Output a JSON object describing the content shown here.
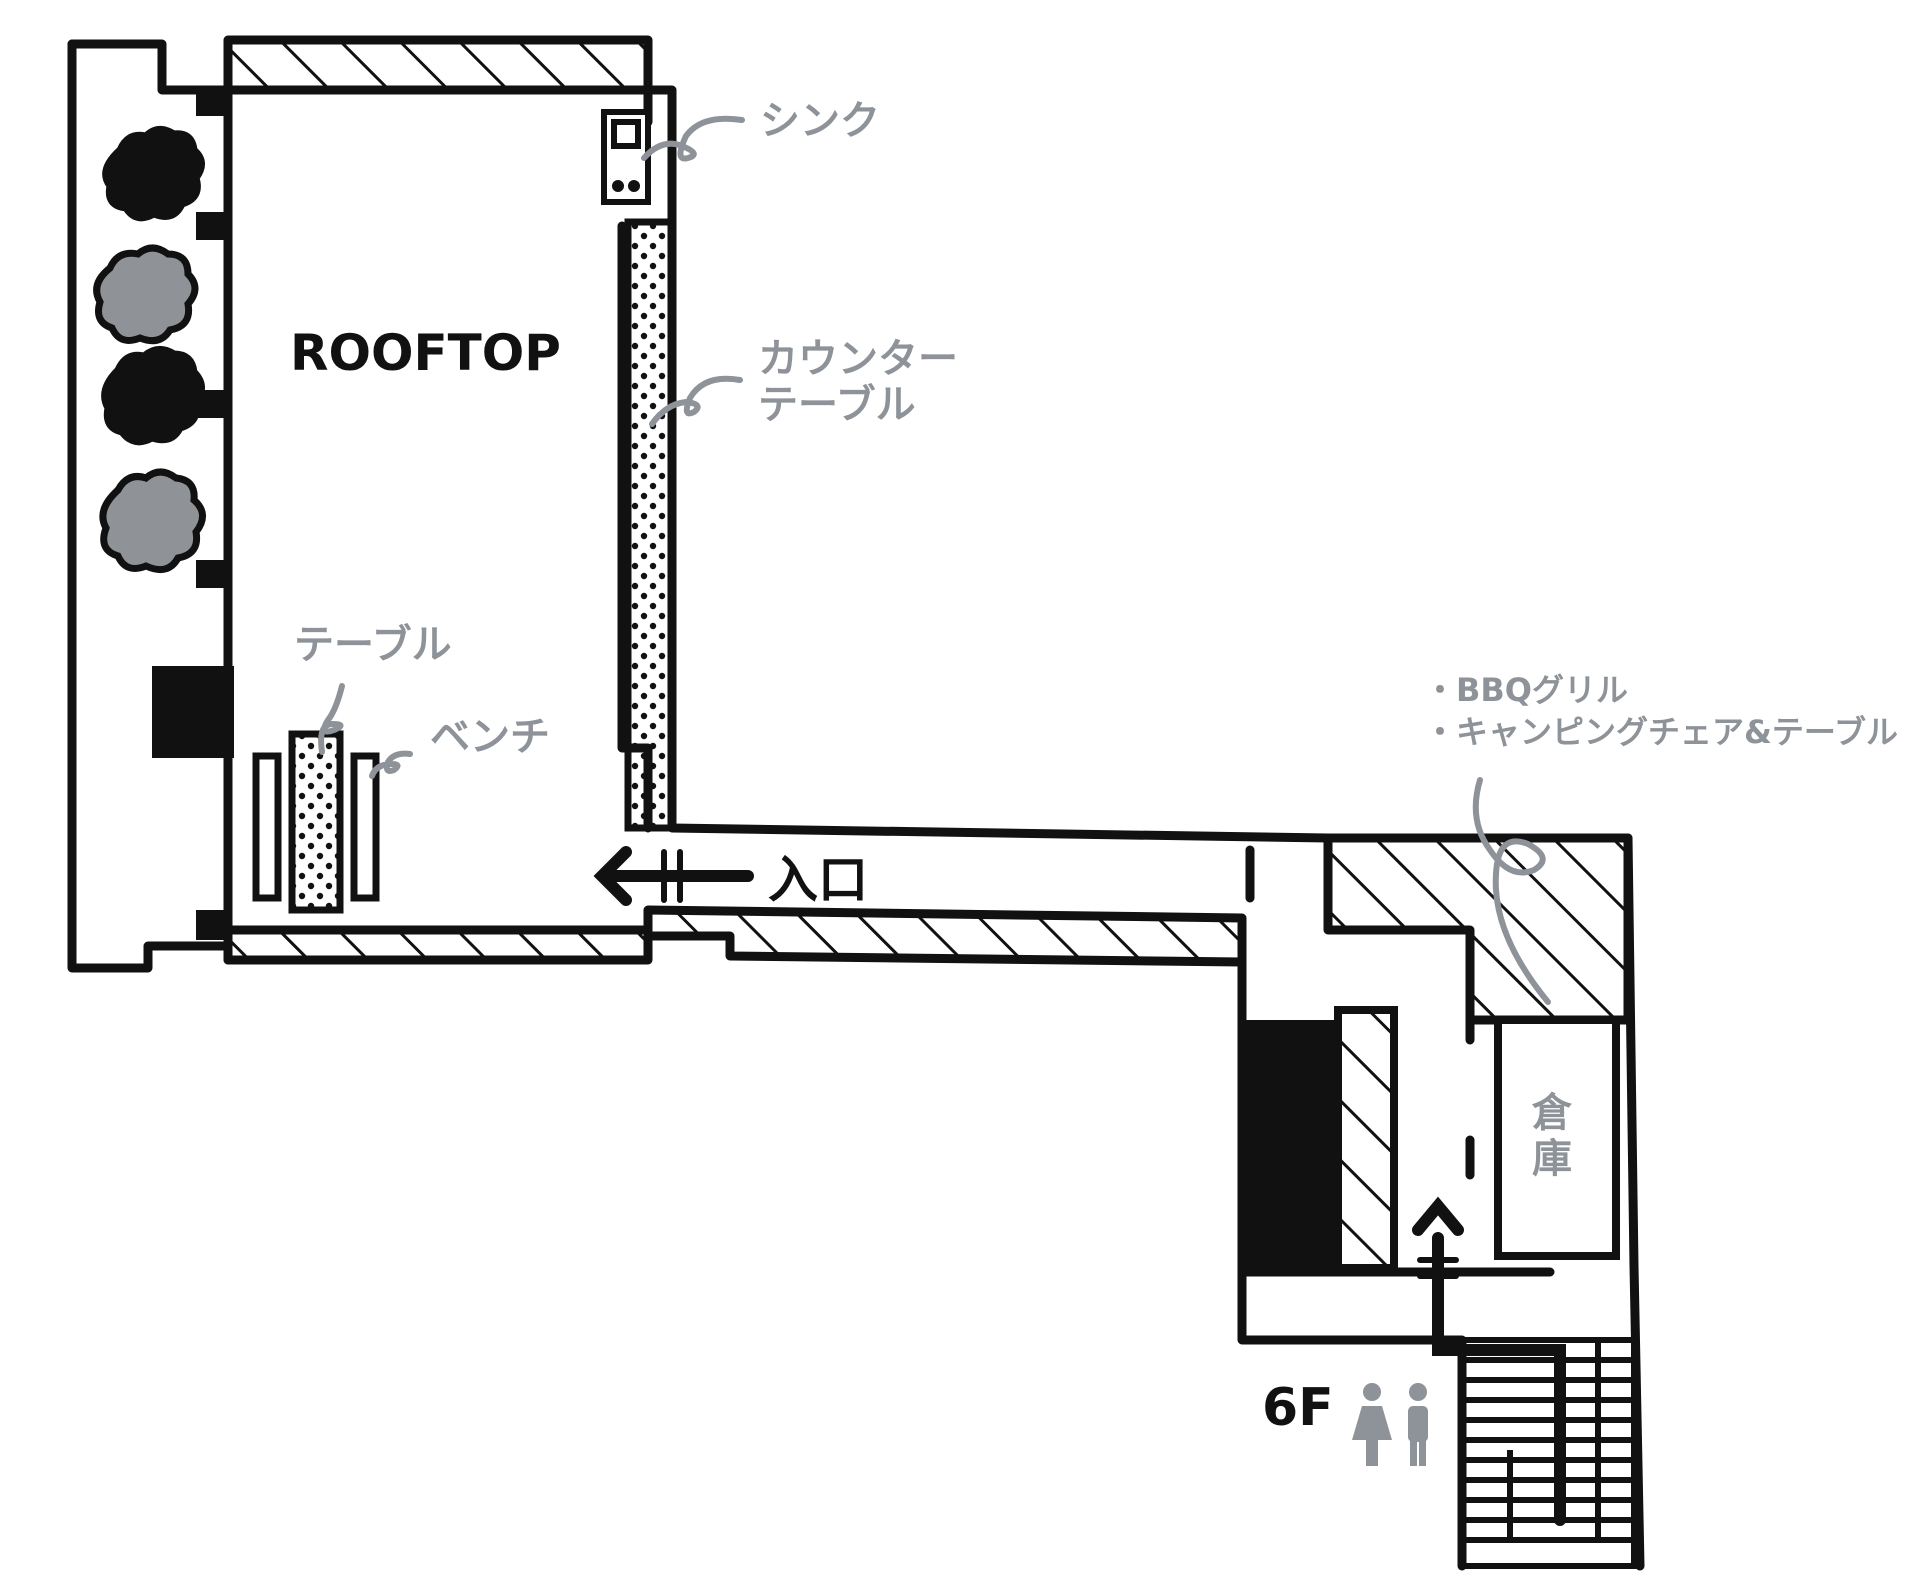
{
  "title": "ROOFTOP",
  "labels": {
    "sink": "シンク",
    "counter_table_line1": "カウンター",
    "counter_table_line2": "テーブル",
    "table": "テーブル",
    "bench": "ベンチ",
    "entrance": "入口",
    "storage_items": [
      "・BBQグリル",
      "・キャンピングチェア&テーブル"
    ],
    "storage_char1": "倉",
    "storage_char2": "庫",
    "floor": "6F"
  },
  "icons": [
    "planter-icon",
    "sink-icon",
    "arrow-left-icon",
    "arrow-up-icon",
    "restroom-icon",
    "stairs-icon"
  ],
  "colors": {
    "line": "#111111",
    "label": "#8e9399",
    "plant_gray": "#8f9296"
  }
}
